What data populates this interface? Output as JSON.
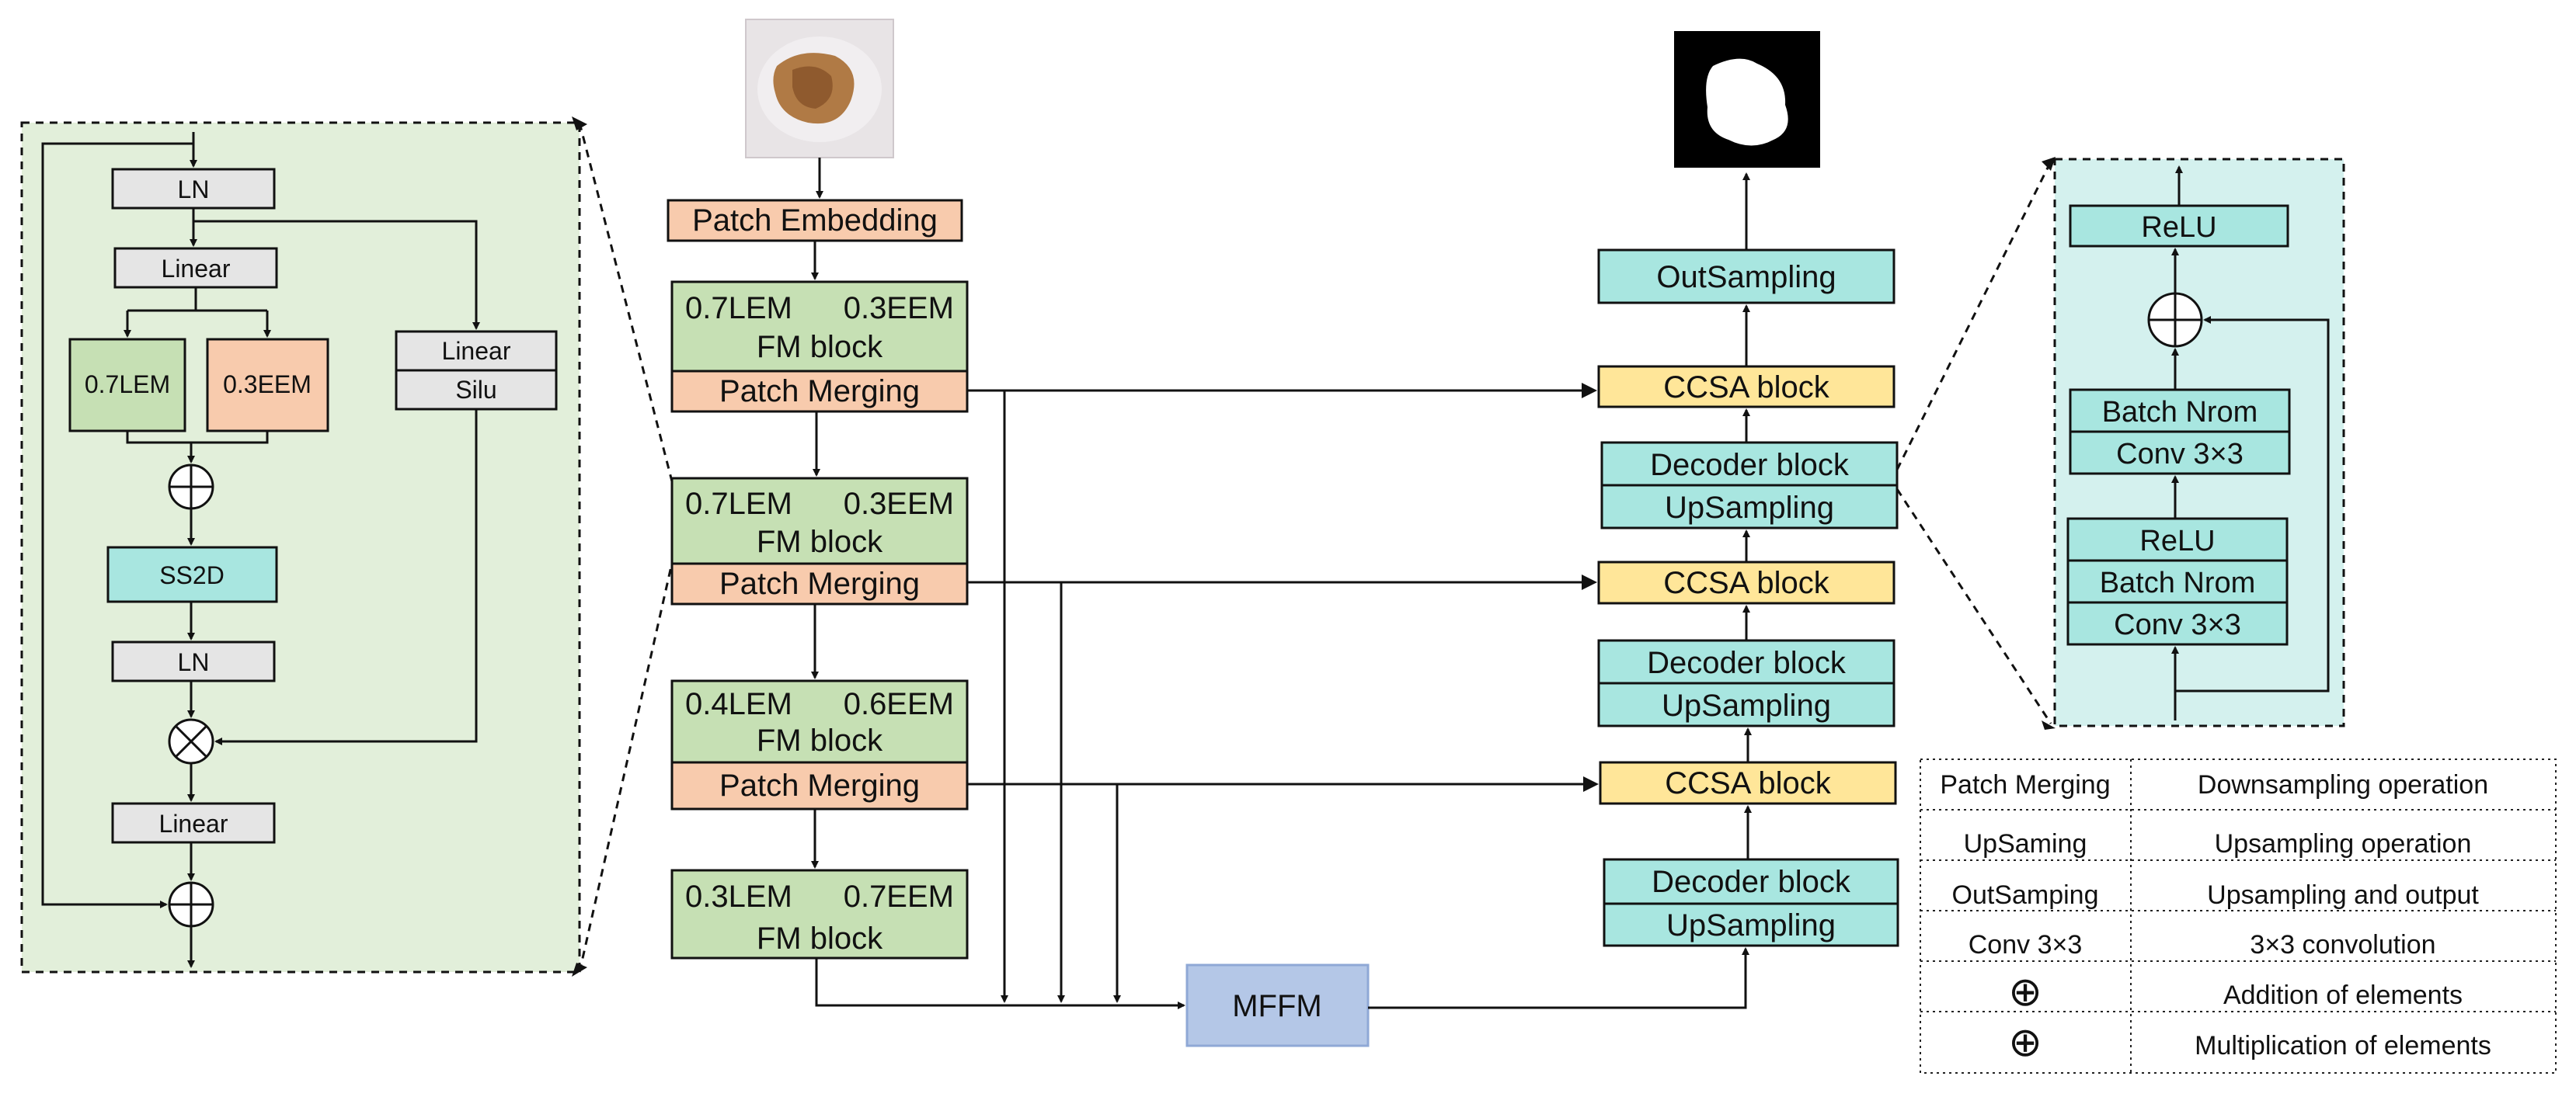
{
  "mamba_block": {
    "ln_top": "LN",
    "linear_top": "Linear",
    "lem": "0.7LEM",
    "eem": "0.3EEM",
    "linear_right": "Linear",
    "silu": "Silu",
    "ss2d": "SS2D",
    "ln_bottom": "LN",
    "linear_bottom": "Linear"
  },
  "encoder": {
    "patch_embedding": "Patch Embedding",
    "stages": [
      {
        "lem": "0.7LEM",
        "eem": "0.3EEM",
        "block": "FM block",
        "merge": "Patch Merging"
      },
      {
        "lem": "0.7LEM",
        "eem": "0.3EEM",
        "block": "FM block",
        "merge": "Patch Merging"
      },
      {
        "lem": "0.4LEM",
        "eem": "0.6EEM",
        "block": "FM block",
        "merge": "Patch Merging"
      },
      {
        "lem": "0.3LEM",
        "eem": "0.7EEM",
        "block": "FM block"
      }
    ]
  },
  "mffm": "MFFM",
  "decoder": {
    "outsampling": "OutSampling",
    "ccsa": [
      "CCSA block",
      "CCSA block",
      "CCSA block"
    ],
    "decoder_blocks": [
      {
        "block": "Decoder block",
        "up": "UpSampling"
      },
      {
        "block": "Decoder block",
        "up": "UpSampling"
      },
      {
        "block": "Decoder block",
        "up": "UpSampling"
      }
    ]
  },
  "decoder_detail": {
    "relu_top": "ReLU",
    "bn_top": "Batch Nrom",
    "conv_top": "Conv 3×3",
    "relu_mid": "ReLU",
    "bn_mid": "Batch Nrom",
    "conv_bottom": "Conv 3×3"
  },
  "legend": [
    {
      "term": "Patch Merging",
      "desc": "Downsampling operation"
    },
    {
      "term": "UpSaming",
      "desc": "Upsampling operation"
    },
    {
      "term": "OutSamping",
      "desc": "Upsampling and output"
    },
    {
      "term": "Conv 3×3",
      "desc": "3×3 convolution"
    },
    {
      "term": "⊕",
      "desc": "Addition of elements"
    },
    {
      "term": "⊕",
      "desc": "Multiplication of elements"
    }
  ],
  "colors": {
    "green": "#c6e0b4",
    "peach": "#f8cbad",
    "cyan": "#a8e6e0",
    "yellow": "#ffe699",
    "gray": "#e5e5e5",
    "mffm_blue": "#b4c7e7",
    "panel_green": "#e2efda",
    "panel_cyan": "#d4f1ee"
  }
}
